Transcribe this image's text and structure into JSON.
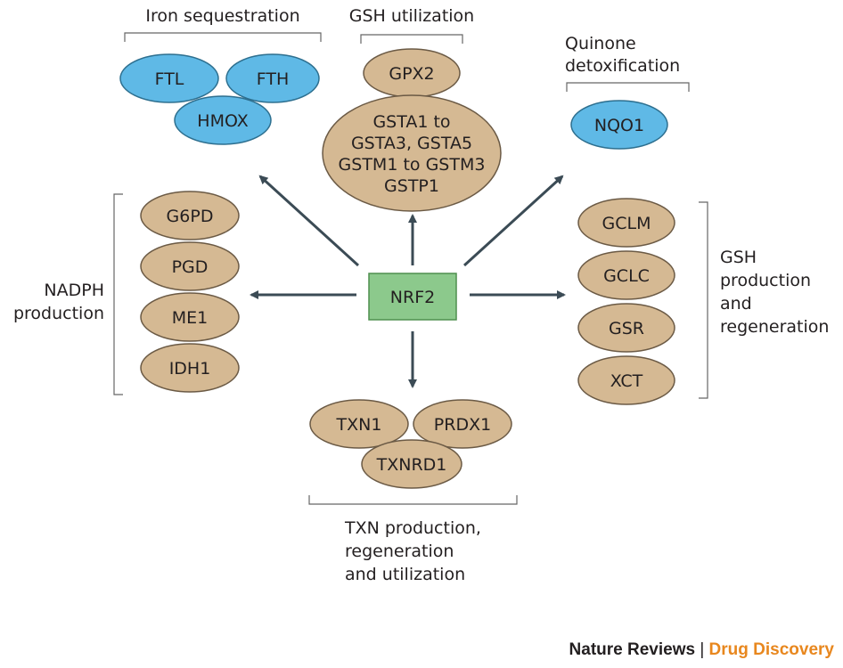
{
  "colors": {
    "tan_fill": "#d5b993",
    "tan_stroke": "#6b5a45",
    "blue_fill": "#5fb9e6",
    "blue_stroke": "#2d6f8f",
    "green_fill": "#8cc98c",
    "green_stroke": "#4f8f4f",
    "arrow": "#3b4b55",
    "bracket": "#666666",
    "footer_brand": "#231f20",
    "footer_accent": "#e8871e"
  },
  "center": {
    "label": "NRF2"
  },
  "groups": {
    "iron": {
      "label_lines": [
        "Iron sequestration"
      ],
      "nodes": [
        {
          "label": "FTL",
          "color": "blue"
        },
        {
          "label": "FTH",
          "color": "blue"
        },
        {
          "label": "HMOX",
          "color": "blue"
        }
      ]
    },
    "gsh_util": {
      "label_lines": [
        "GSH utilization"
      ],
      "nodes": [
        {
          "label": "GPX2",
          "color": "tan"
        },
        {
          "label": "GSTA1 to\nGSTA3, GSTA5\nGSTM1 to GSTM3\nGSTP1",
          "color": "tan"
        }
      ]
    },
    "quinone": {
      "label_lines": [
        "Quinone",
        "detoxification"
      ],
      "nodes": [
        {
          "label": "NQO1",
          "color": "blue"
        }
      ]
    },
    "nadph": {
      "label_lines": [
        "NADPH",
        "production"
      ],
      "nodes": [
        {
          "label": "G6PD",
          "color": "tan"
        },
        {
          "label": "PGD",
          "color": "tan"
        },
        {
          "label": "ME1",
          "color": "tan"
        },
        {
          "label": "IDH1",
          "color": "tan"
        }
      ]
    },
    "gsh_prod": {
      "label_lines": [
        "GSH",
        "production",
        "and",
        "regeneration"
      ],
      "nodes": [
        {
          "label": "GCLM",
          "color": "tan"
        },
        {
          "label": "GCLC",
          "color": "tan"
        },
        {
          "label": "GSR",
          "color": "tan"
        },
        {
          "label": "XCT",
          "color": "tan"
        }
      ]
    },
    "txn": {
      "label_lines": [
        "TXN production,",
        "regeneration",
        "and utilization"
      ],
      "nodes": [
        {
          "label": "TXN1",
          "color": "tan"
        },
        {
          "label": "PRDX1",
          "color": "tan"
        },
        {
          "label": "TXNRD1",
          "color": "tan"
        }
      ]
    }
  },
  "footer": {
    "brand": "Nature Reviews",
    "separator": " | ",
    "journal": "Drug Discovery"
  }
}
